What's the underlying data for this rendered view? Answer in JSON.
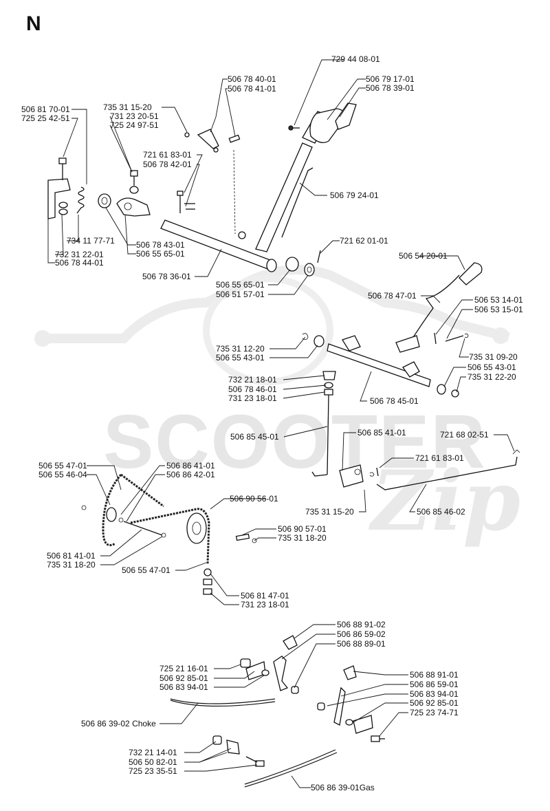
{
  "title": "N",
  "watermark": {
    "brand": "SCOOTER",
    "script": "Zip"
  },
  "labels": [
    "729 44 08-01",
    "506 79 17-01",
    "506 78 39-01",
    "506 78 40-01",
    "506 78 41-01",
    "735 31 15-20",
    "731 23 20-51",
    "725 24 97-51",
    "506 81 70-01",
    "725 25 42-51",
    "721 61 83-01",
    "506 78 42-01",
    "506 79 24-01",
    "734 11 77-71",
    "732 31 22-01",
    "506 78 44-01",
    "506 78 43-01",
    "506 55 65-01",
    "506 78 36-01",
    "721 62 01-01",
    "506 55 65-01",
    "506 51 57-01",
    "506 54 20-01",
    "506 78 47-01",
    "506 53 14-01",
    "506 53 15-01",
    "735 31 12-20",
    "506 55 43-01",
    "735 31 09-20",
    "506 55 43-01",
    "735 31 22-20",
    "732 21 18-01",
    "506 78 46-01",
    "731 23 18-01",
    "506 78 45-01",
    "506 85 45-01",
    "506 85 41-01",
    "721 68 02-51",
    "721 61 83-01",
    "735 31 15-20",
    "506 85 46-02",
    "506 55 47-01",
    "506 55 46-04",
    "506 86 41-01",
    "506 86 42-01",
    "506 90 56-01",
    "506 90 57-01",
    "735 31 18-20",
    "506 81 41-01",
    "735 31 18-20",
    "506 55 47-01",
    "506 81 47-01",
    "731 23 18-01",
    "506 88 91-02",
    "506 86 59-02",
    "506 88 89-01",
    "725 21 16-01",
    "506 92 85-01",
    "506 83 94-01",
    "506 88 91-01",
    "506 86 59-01",
    "506 83 94-01",
    "506 92 85-01",
    "725 23 74-71",
    "506 86 39-02 Choke",
    "732 21 14-01",
    "506 50 82-01",
    "725 23 35-51",
    "506 86 39-01Gas"
  ]
}
